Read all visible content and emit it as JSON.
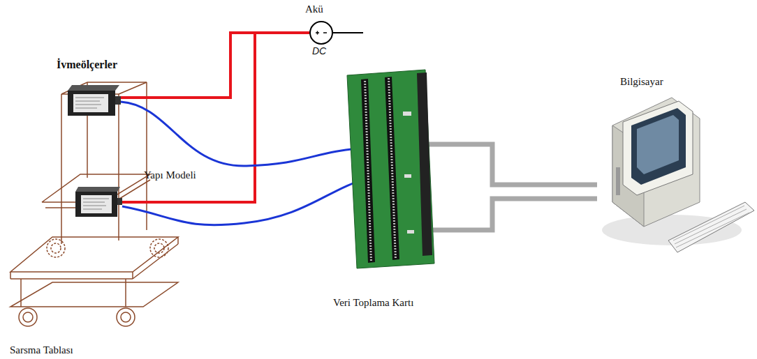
{
  "diagram": {
    "nodes": [
      {
        "text": [
          "Akü",
          "DC"
        ]
      },
      {
        "text": [
          "İvmeölçerler"
        ]
      },
      {
        "text": [
          "Veri Toplama Kartı"
        ]
      },
      {
        "text": [
          "Bilgisayar"
        ]
      }
    ],
    "edges": [
      {
        "from": 0,
        "to": 1,
        "arrow": "none"
      },
      {
        "from": 1,
        "to": 2,
        "arrow": "none"
      },
      {
        "from": 2,
        "to": 3,
        "arrow": "none"
      }
    ],
    "labels": [
      "Yapı Modeli",
      "Sarsma Tablası"
    ]
  }
}
